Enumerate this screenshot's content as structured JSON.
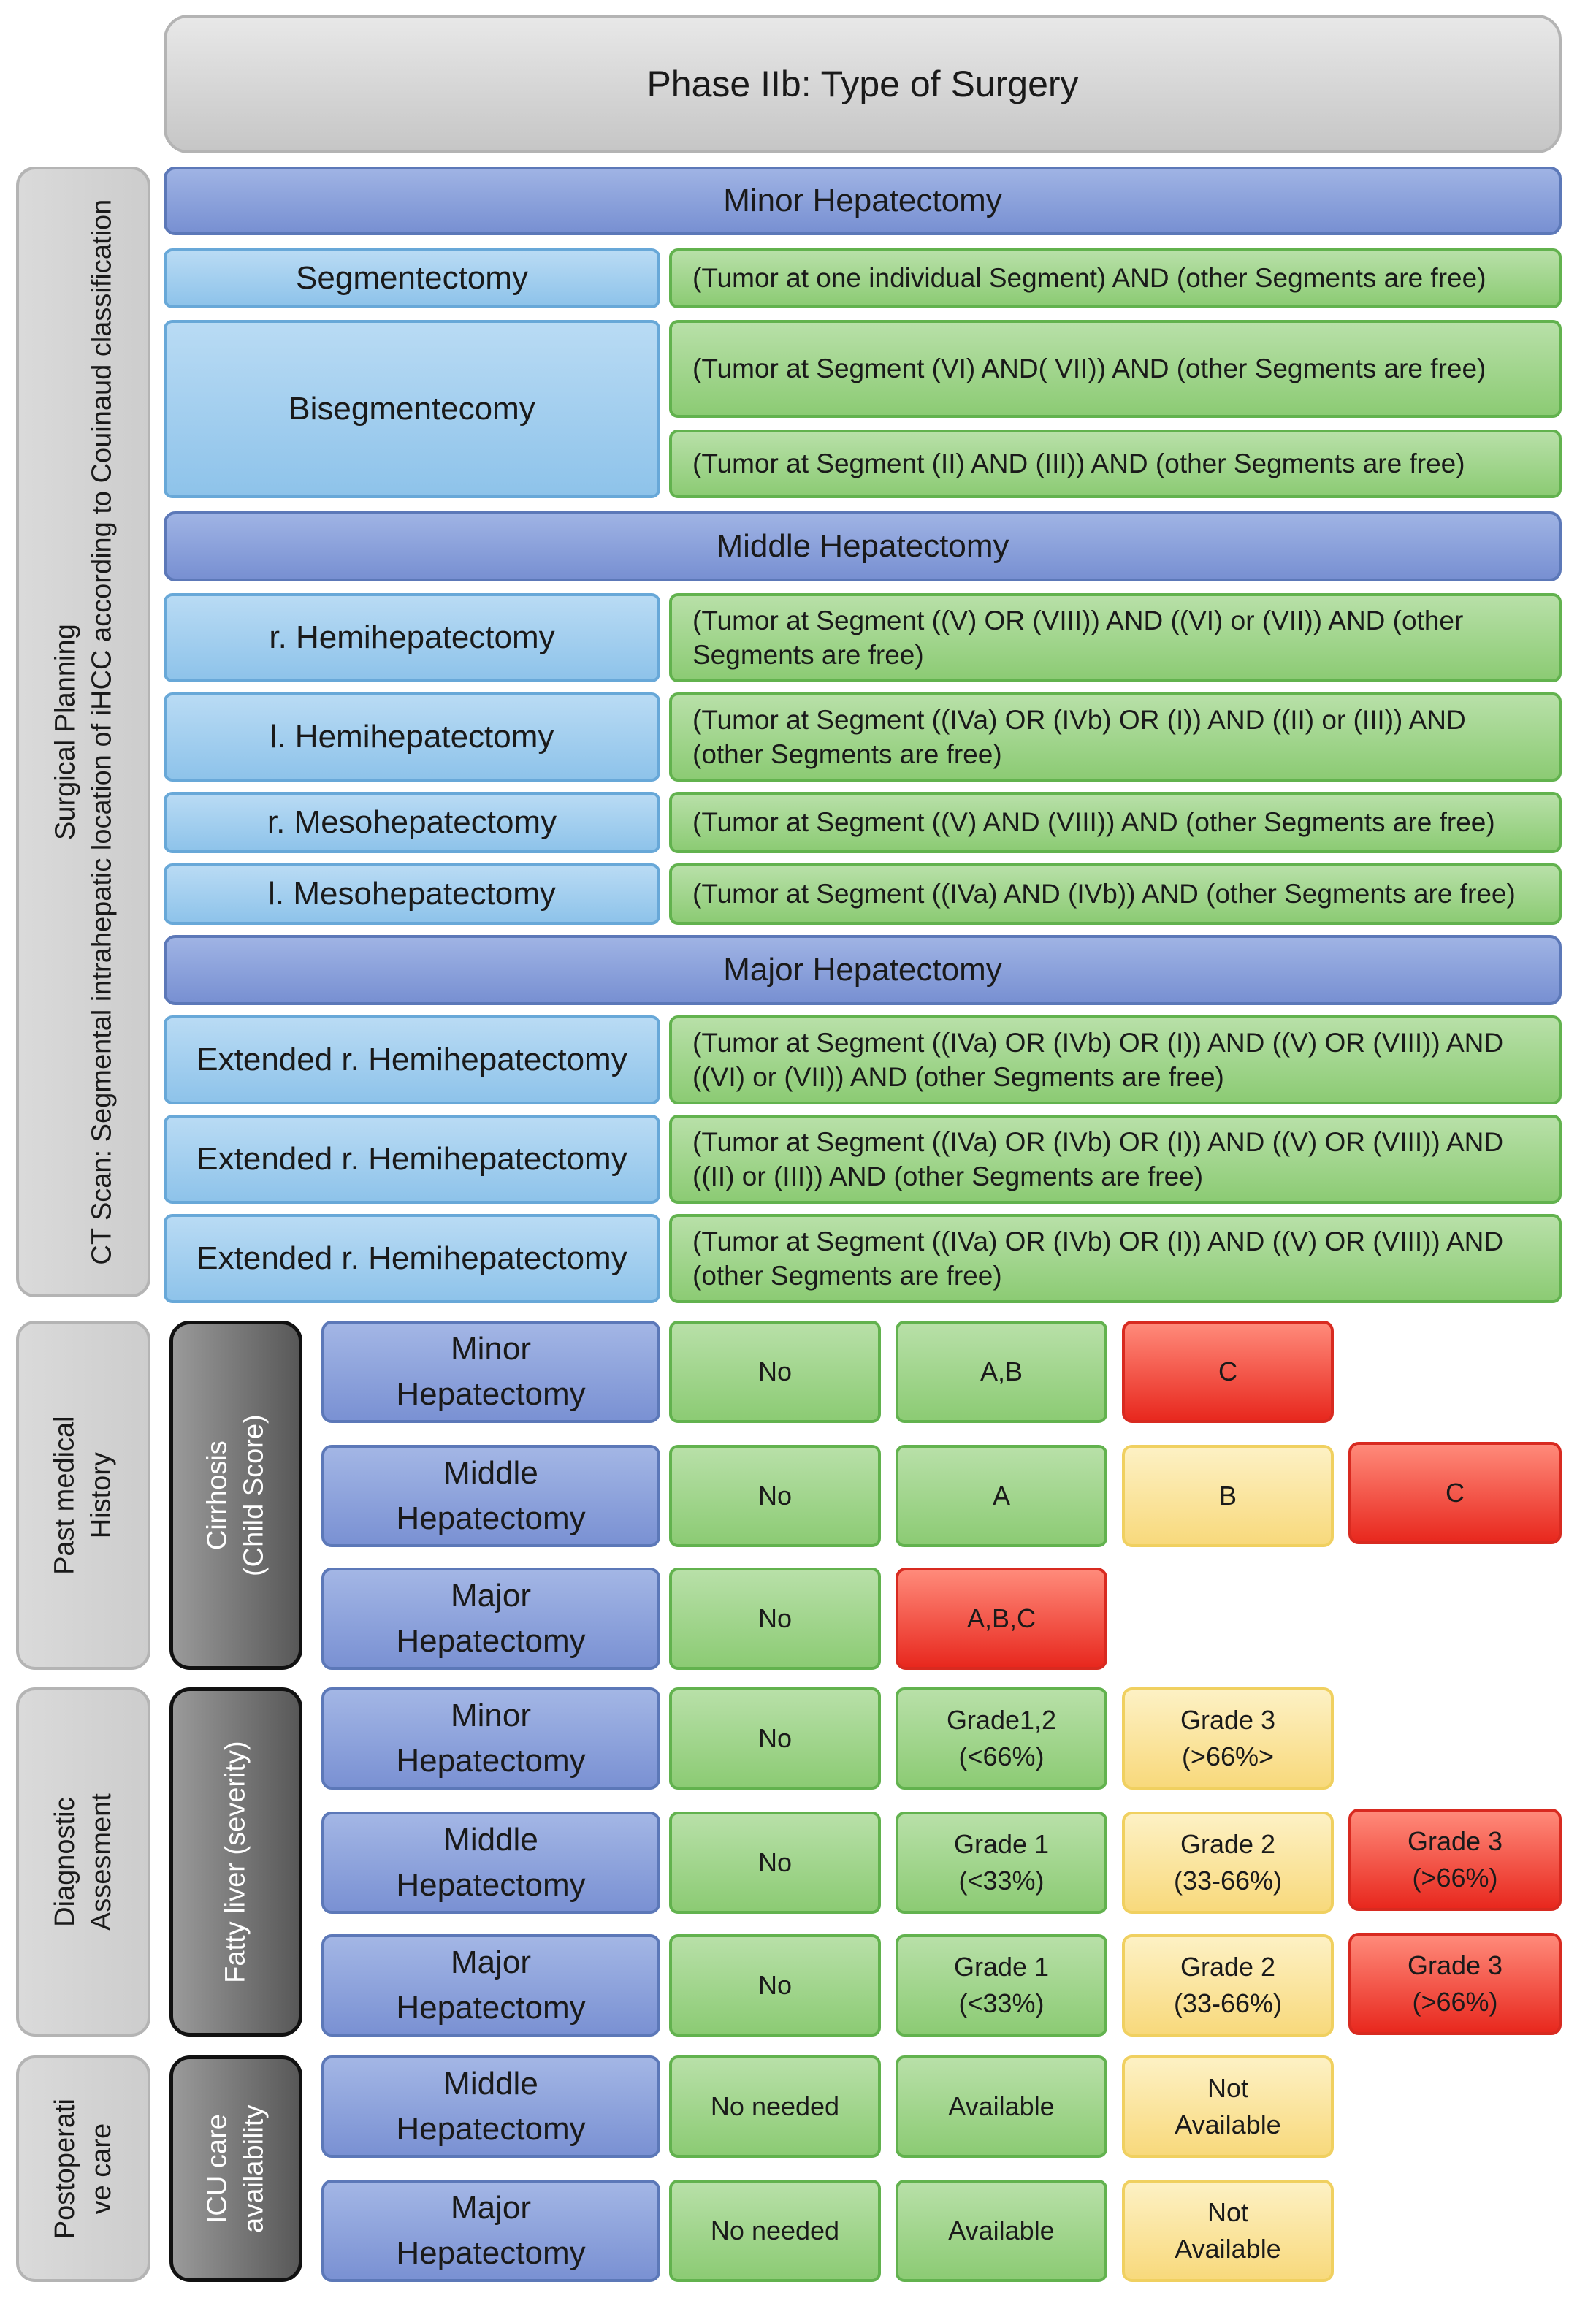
{
  "title": "Phase IIb: Type of Surgery",
  "side_labels": {
    "surgical_planning": [
      "Surgical Planning",
      "CT Scan: Segmental intrahepatic location of iHCC according to Couinaud classification"
    ],
    "past_medical": [
      "Past medical",
      "History"
    ],
    "diagnostic": [
      "Diagnostic",
      "Assesment"
    ],
    "postop": [
      "Postoperati",
      "ve care"
    ]
  },
  "factor_labels": {
    "cirrhosis": [
      "Cirrhosis",
      "(Child Score)"
    ],
    "fatty": "Fatty liver (severity)",
    "icu": [
      "ICU care",
      "availability"
    ]
  },
  "surgery": {
    "minor_header": "Minor Hepatectomy",
    "segmentectomy": "Segmentectomy",
    "segmentectomy_cond": "(Tumor at one individual Segment) AND (other  Segments are free)",
    "bisegmentectomy": "Bisegmentecomy",
    "biseg_cond_1": "(Tumor at Segment (VI) AND( VII)) AND (other  Segments are free)",
    "biseg_cond_2": "(Tumor at Segment (II) AND (III)) AND (other  Segments are free)",
    "middle_header": "Middle Hepatectomy",
    "r_hemi": "r. Hemihepatectomy",
    "r_hemi_cond": "(Tumor at Segment ((V) OR (VIII)) AND ((VI) or (VII)) AND (other Segments are free)",
    "l_hemi": "l. Hemihepatectomy",
    "l_hemi_cond": "(Tumor at Segment ((IVa) OR (IVb) OR (I)) AND ((II) or (III)) AND (other  Segments are free)",
    "r_meso": "r. Mesohepatectomy",
    "r_meso_cond": "(Tumor at Segment ((V) AND (VIII)) AND (other  Segments are free)",
    "l_meso": "l. Mesohepatectomy",
    "l_meso_cond": "(Tumor at Segment ((IVa) AND (IVb)) AND (other  Segments are free)",
    "major_header": "Major Hepatectomy",
    "ext_1": "Extended r. Hemihepatectomy",
    "ext_1_cond": "(Tumor at Segment ((IVa) OR (IVb) OR (I)) AND ((V) OR (VIII)) AND ((VI) or (VII)) AND (other  Segments are free)",
    "ext_2": "Extended r. Hemihepatectomy",
    "ext_2_cond": "(Tumor at Segment ((IVa) OR (IVb) OR (I)) AND ((V) OR (VIII)) AND ((II) or (III)) AND (other  Segments are free)",
    "ext_3": "Extended r. Hemihepatectomy",
    "ext_3_cond": "(Tumor at Segment ((IVa) OR (IVb) OR (I)) AND ((V) OR (VIII)) AND (other  Segments are free)"
  },
  "rows": {
    "cirr_minor": {
      "label": [
        "Minor",
        "Hepatectomy"
      ],
      "c1": "No",
      "c2": "A,B",
      "c3": "C"
    },
    "cirr_middle": {
      "label": [
        "Middle",
        "Hepatectomy"
      ],
      "c1": "No",
      "c2": "A",
      "c3": "B",
      "c4": "C"
    },
    "cirr_major": {
      "label": [
        "Major",
        "Hepatectomy"
      ],
      "c1": "No",
      "c2": "A,B,C"
    },
    "fat_minor": {
      "label": [
        "Minor",
        "Hepatectomy"
      ],
      "c1": "No",
      "c2": [
        "Grade1,2",
        "(<66%)"
      ],
      "c3": [
        "Grade 3",
        "(>66%>"
      ]
    },
    "fat_middle": {
      "label": [
        "Middle",
        "Hepatectomy"
      ],
      "c1": "No",
      "c2": [
        "Grade 1",
        "(<33%)"
      ],
      "c3": [
        "Grade 2",
        "(33-66%)"
      ],
      "c4": [
        "Grade 3",
        "(>66%)"
      ]
    },
    "fat_major": {
      "label": [
        "Major",
        "Hepatectomy"
      ],
      "c1": "No",
      "c2": [
        "Grade 1",
        "(<33%)"
      ],
      "c3": [
        "Grade 2",
        "(33-66%)"
      ],
      "c4": [
        "Grade 3",
        "(>66%)"
      ]
    },
    "icu_middle": {
      "label": [
        "Middle",
        "Hepatectomy"
      ],
      "c1": "No needed",
      "c2": "Available",
      "c3": [
        "Not",
        "Available"
      ]
    },
    "icu_major": {
      "label": [
        "Major",
        "Hepatectomy"
      ],
      "c1": "No needed",
      "c2": "Available",
      "c3": [
        "Not",
        "Available"
      ]
    }
  },
  "colors": {
    "green": "#8ccb74",
    "yellow": "#f8d97c",
    "red": "#e8281e",
    "light_blue": "#8ec3ea",
    "blue": "#7a91d3",
    "grey": "#cdcdcd"
  }
}
